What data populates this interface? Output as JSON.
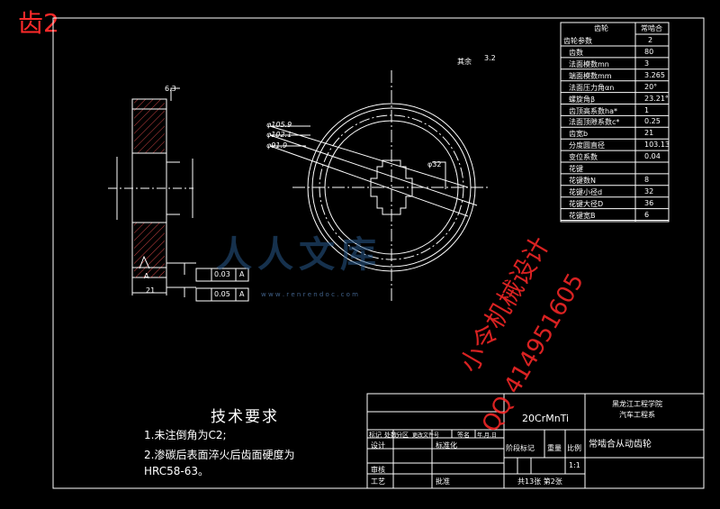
{
  "tag": "齿2",
  "params": {
    "rows": [
      {
        "name": "齿数",
        "value": "80"
      },
      {
        "name": "法面模数mn",
        "value": "3"
      },
      {
        "name": "端面模数mm",
        "value": "3.265"
      },
      {
        "name": "法面压力角αn",
        "value": "20°"
      },
      {
        "name": "螺旋角β",
        "value": "23.21°"
      },
      {
        "name": "齿顶高系数ha*",
        "value": "1"
      },
      {
        "name": "法面顶隙系数c*",
        "value": "0.25"
      },
      {
        "name": "齿宽b",
        "value": "21"
      },
      {
        "name": "分度圆直径",
        "value": "103.13"
      },
      {
        "name": "变位系数",
        "value": "0.04"
      },
      {
        "name": "花键",
        "value": ""
      },
      {
        "name": "花键数N",
        "value": "8"
      },
      {
        "name": "花键小径d",
        "value": "32"
      },
      {
        "name": "花键大径D",
        "value": "36"
      },
      {
        "name": "花键宽B",
        "value": "6"
      }
    ],
    "header_left_top": "齿轮",
    "header_left_bottom": "齿轮参数",
    "header_right_top": "常啮合",
    "header_right_bottom": "2"
  },
  "drawing": {
    "dia_1": "φ105.9",
    "dia_2": "φ102.1",
    "dia_3": "φ91.9",
    "roughness_top": "3.2",
    "roughness_mid": "6.3",
    "tol_1": "0.03",
    "tol_1_ref": "A",
    "tol_2": "0.05",
    "tol_2_ref": "A",
    "width_dim": "21",
    "datum": "A",
    "spline_label": "φ32",
    "rest_roughness": "其余"
  },
  "watermark": {
    "text_1": "小令机械设计",
    "text_2": "QQ 414951605",
    "site": "w w w . r e n r e n d o c . c o m"
  },
  "tech": {
    "title": "技术要求",
    "line_1": "1.未注倒角为C2;",
    "line_2": "2.渗碳后表面淬火后齿面硬度为",
    "line_3": "HRC58-63。"
  },
  "title_block": {
    "material": "20CrMnTi",
    "school": "黑龙江工程学院",
    "dept": "汽车工程系",
    "part_name": "常啮合从动齿轮",
    "scale_label": "比例",
    "scale": "1:1",
    "weight_label": "重量",
    "stage_label": "阶段标记",
    "sheets": "共13张  第2张",
    "mark": "标记",
    "count": "处数",
    "zone": "分区",
    "change": "更改文件号",
    "sign": "签名",
    "date": "年.月.日",
    "design": "设计",
    "standard": "标准化",
    "review": "审核",
    "process": "工艺",
    "approve": "批准"
  }
}
